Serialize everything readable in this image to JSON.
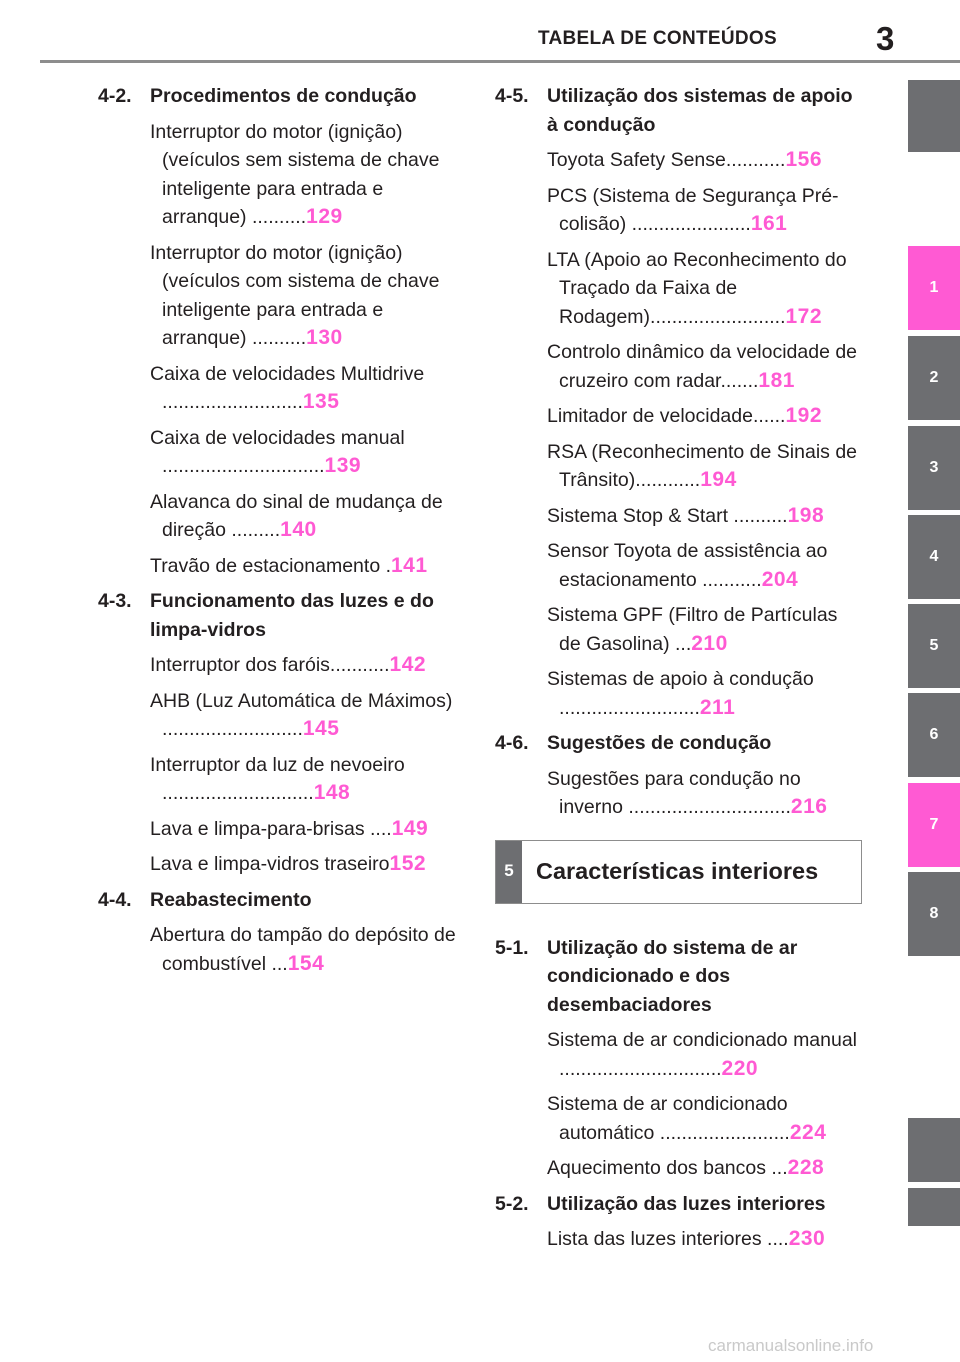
{
  "header": {
    "title": "TABELA DE CONTEÚDOS",
    "page_number": "3"
  },
  "tabs": [
    {
      "label": "",
      "active": false
    },
    {
      "label": "1",
      "active": true
    },
    {
      "label": "2",
      "active": false
    },
    {
      "label": "3",
      "active": false
    },
    {
      "label": "4",
      "active": false
    },
    {
      "label": "5",
      "active": false
    },
    {
      "label": "6",
      "active": false
    },
    {
      "label": "7",
      "active": true
    },
    {
      "label": "8",
      "active": false
    },
    {
      "label": "",
      "active": false
    },
    {
      "label": "",
      "active": false
    }
  ],
  "left": {
    "s42": {
      "num": "4-2.",
      "title": "Procedimentos de condução",
      "e": [
        {
          "text": "Interruptor do motor (ignição) (veículos sem sistema de chave inteligente para entrada e arranque) ..........",
          "page": "129"
        },
        {
          "text": "Interruptor do motor (ignição) (veículos com sistema de chave inteligente para entrada e arranque) ..........",
          "page": "130"
        },
        {
          "text": "Caixa de velocidades Multidrive ..........................",
          "page": "135"
        },
        {
          "text": "Caixa de velocidades manual ..............................",
          "page": "139"
        },
        {
          "text": "Alavanca do sinal de mudança de direção .........",
          "page": "140"
        },
        {
          "text": "Travão de estacionamento .",
          "page": "141"
        }
      ]
    },
    "s43": {
      "num": "4-3.",
      "title": "Funcionamento das luzes e do limpa-vidros",
      "e": [
        {
          "text": "Interruptor dos faróis...........",
          "page": "142"
        },
        {
          "text": "AHB (Luz Automática de Máximos) ..........................",
          "page": "145"
        },
        {
          "text": "Interruptor da luz de nevoeiro ............................",
          "page": "148"
        },
        {
          "text": "Lava e limpa-para-brisas ....",
          "page": "149"
        },
        {
          "text": "Lava e limpa-vidros traseiro",
          "page": "152"
        }
      ]
    },
    "s44": {
      "num": "4-4.",
      "title": "Reabastecimento",
      "e": [
        {
          "text": "Abertura do tampão do depósito de combustível ...",
          "page": "154"
        }
      ]
    }
  },
  "right": {
    "s45": {
      "num": "4-5.",
      "title": "Utilização dos sistemas de apoio à condução",
      "e": [
        {
          "text": "Toyota Safety Sense...........",
          "page": "156"
        },
        {
          "text": "PCS (Sistema de Segurança Pré-colisão) ......................",
          "page": "161"
        },
        {
          "text": "LTA (Apoio ao Reconhecimento do Traçado da Faixa de Rodagem).........................",
          "page": "172"
        },
        {
          "text": "Controlo dinâmico da velocidade de cruzeiro com radar.......",
          "page": "181"
        },
        {
          "text": "Limitador de velocidade......",
          "page": "192"
        },
        {
          "text": "RSA (Reconhecimento de Sinais de Trânsito)............",
          "page": "194"
        },
        {
          "text": "Sistema Stop & Start ..........",
          "page": "198"
        },
        {
          "text": "Sensor Toyota de assistência ao estacionamento ...........",
          "page": "204"
        },
        {
          "text": "Sistema GPF (Filtro de Partículas de Gasolina) ...",
          "page": "210"
        },
        {
          "text": "Sistemas de apoio à condução ..........................",
          "page": "211"
        }
      ]
    },
    "s46": {
      "num": "4-6.",
      "title": "Sugestões de condução",
      "e": [
        {
          "text": "Sugestões para condução no inverno ..............................",
          "page": "216"
        }
      ]
    },
    "chapter": {
      "num": "5",
      "title": "Características interiores"
    },
    "s51": {
      "num": "5-1.",
      "title": "Utilização do sistema de ar condicionado e dos desembaciadores",
      "e": [
        {
          "text": "Sistema de ar condicionado manual ..............................",
          "page": "220"
        },
        {
          "text": "Sistema de ar condicionado automático ........................",
          "page": "224"
        },
        {
          "text": "Aquecimento dos bancos ...",
          "page": "228"
        }
      ]
    },
    "s52": {
      "num": "5-2.",
      "title": "Utilização das luzes interiores",
      "e": [
        {
          "text": "Lista das luzes interiores ....",
          "page": "230"
        }
      ]
    }
  },
  "watermark": "carmanualsonline.info",
  "colors": {
    "accent": "#ff5ad3",
    "tab_gray": "#6d6e71",
    "rule": "#8d8d8d"
  }
}
